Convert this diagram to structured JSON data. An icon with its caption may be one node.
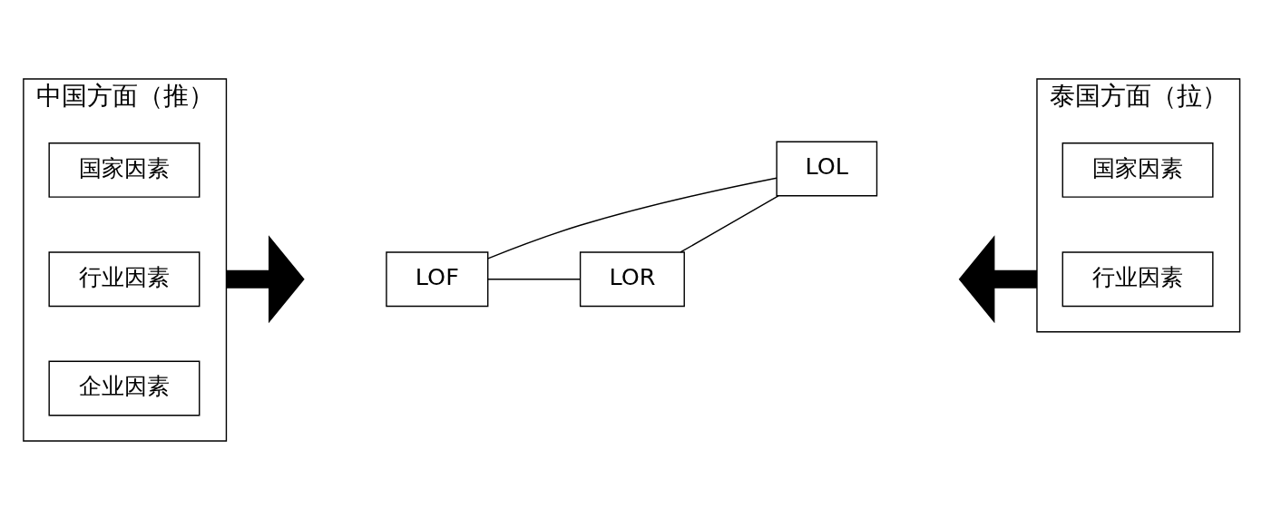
{
  "diagram": {
    "nodes": [
      {
        "text": [
          "中国方面（推）"
        ]
      },
      {
        "text": [
          "国家因素"
        ],
        "in": 0
      },
      {
        "text": [
          "行业因素"
        ],
        "in": 0
      },
      {
        "text": [
          "企业因素"
        ],
        "in": 0
      },
      {
        "text": [
          "LOF"
        ]
      },
      {
        "text": [
          "LOR"
        ]
      },
      {
        "text": [
          "LOL"
        ]
      },
      {
        "text": [
          "泰国方面（拉）"
        ]
      },
      {
        "text": [
          "国家因素"
        ],
        "in": 7
      },
      {
        "text": [
          "行业因素"
        ],
        "in": 7
      }
    ],
    "edges": [
      {
        "from": 4,
        "to": 5,
        "arrow": "none"
      },
      {
        "from": 4,
        "to": 6,
        "arrow": "none"
      },
      {
        "from": 5,
        "to": 6,
        "arrow": "none"
      },
      {
        "from": 0,
        "to": null,
        "arrow": "to",
        "style": "thick"
      },
      {
        "from": 7,
        "to": null,
        "arrow": "to",
        "style": "thick"
      }
    ]
  }
}
